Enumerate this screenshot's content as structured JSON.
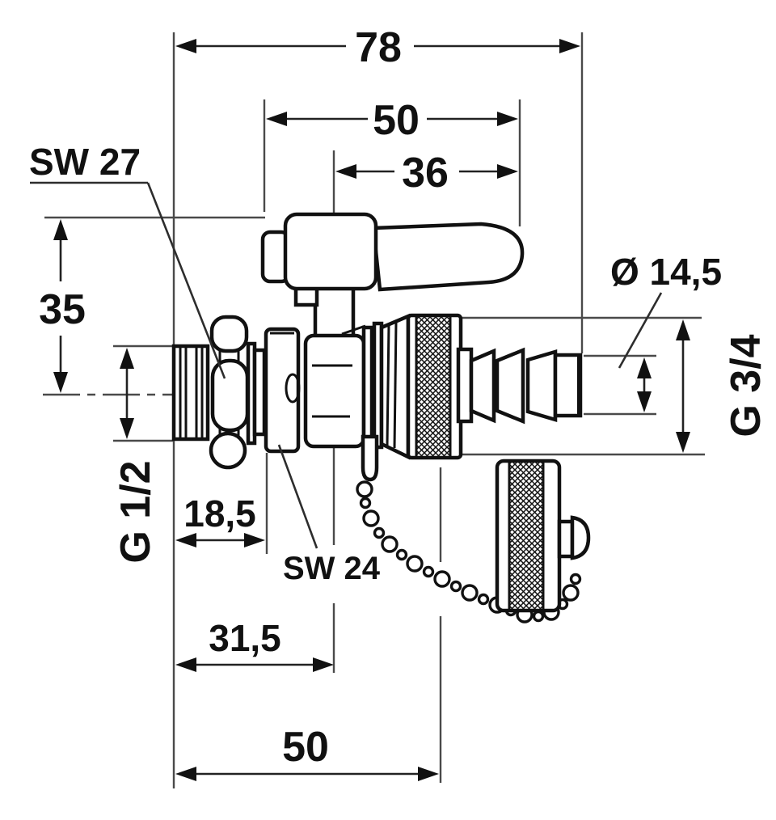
{
  "drawing": {
    "type": "technical-dimension-drawing",
    "subject": "drain ball valve with hose nozzle, bead chain and knurled sealing cap",
    "background": "#ffffff",
    "line_color": "#111111",
    "labels": {
      "overall_length": "78",
      "handle_length": "50",
      "handle_tip_to_stem_axis": "36",
      "wrench_size_inlet_nut": "SW 27",
      "axis_to_handle_top": "35",
      "inlet_thread": "G 1/2",
      "thread_length": "18,5",
      "wrench_size_body": "SW 24",
      "inlet_to_stem_axis": "31,5",
      "inlet_to_outlet_face": "50",
      "hose_nozzle_diameter": "Ø 14,5",
      "outlet_thread": "G 3/4"
    }
  }
}
